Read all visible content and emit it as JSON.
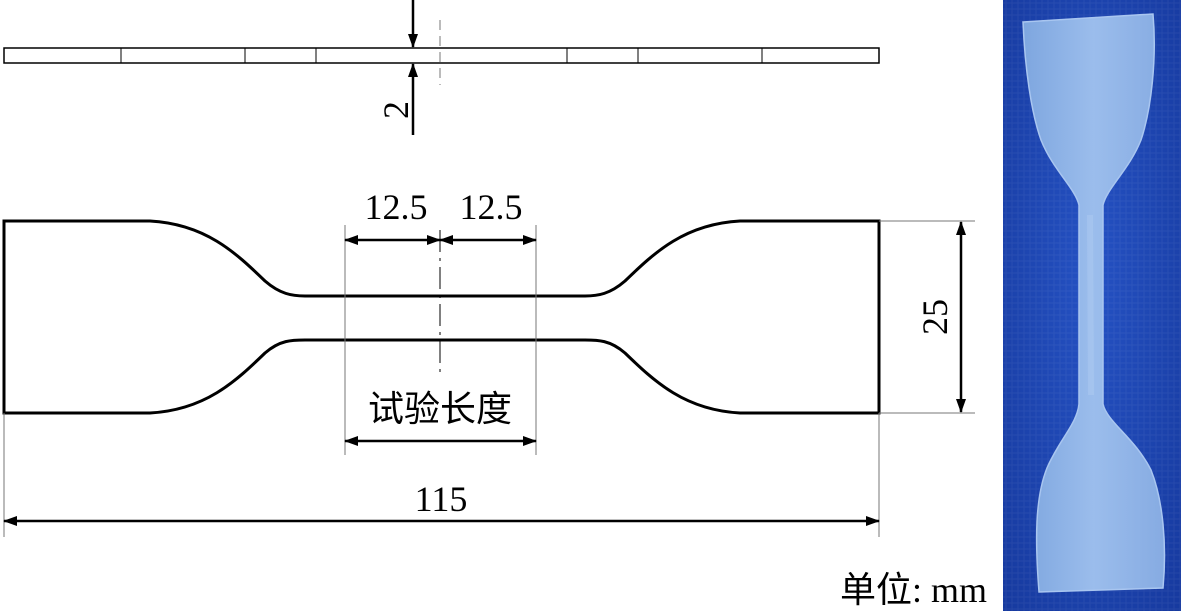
{
  "side_view": {
    "thickness_label": "2"
  },
  "top_view": {
    "gauge_half_left_label": "12.5",
    "gauge_half_right_label": "12.5",
    "width_label": "25",
    "test_length_label": "试验长度",
    "overall_length_label": "115"
  },
  "units_label": "单位: mm",
  "photo": {
    "caption": ""
  },
  "colors": {
    "line": "#000000",
    "photo_background": "#1e47b8",
    "specimen": "#8fb4e6"
  }
}
